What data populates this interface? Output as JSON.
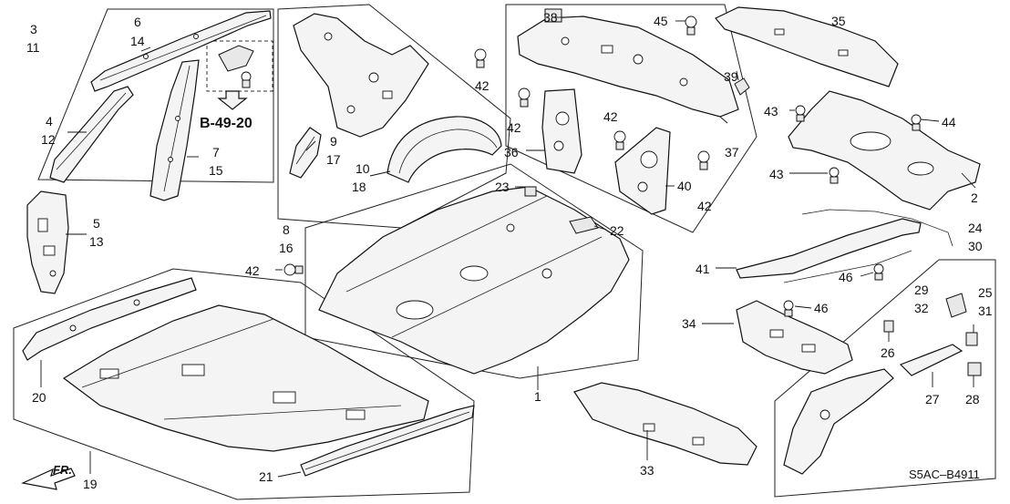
{
  "diagram": {
    "reference": "B-49-20",
    "code": "S5AC–B4911",
    "front_label": "FR.",
    "callouts": {
      "c3": "3",
      "c11": "11",
      "c6": "6",
      "c14": "14",
      "c4": "4",
      "c12": "12",
      "c7": "7",
      "c15": "15",
      "c5": "5",
      "c13": "13",
      "c9": "9",
      "c17": "17",
      "c10": "10",
      "c18": "18",
      "c8": "8",
      "c16": "16",
      "c38": "38",
      "c45": "45",
      "c35": "35",
      "c42a": "42",
      "c42b": "42",
      "c42c": "42",
      "c42d": "42",
      "c42e": "42",
      "c39": "39",
      "c36": "36",
      "c37": "37",
      "c43a": "43",
      "c43b": "43",
      "c44": "44",
      "c40": "40",
      "c2": "2",
      "c23": "23",
      "c22": "22",
      "c24": "24",
      "c30": "30",
      "c41": "41",
      "c46a": "46",
      "c46b": "46",
      "c1": "1",
      "c34": "34",
      "c29": "29",
      "c32": "32",
      "c25": "25",
      "c31": "31",
      "c26": "26",
      "c27": "27",
      "c28": "28",
      "c20": "20",
      "c19": "19",
      "c21": "21",
      "c33": "33"
    }
  }
}
